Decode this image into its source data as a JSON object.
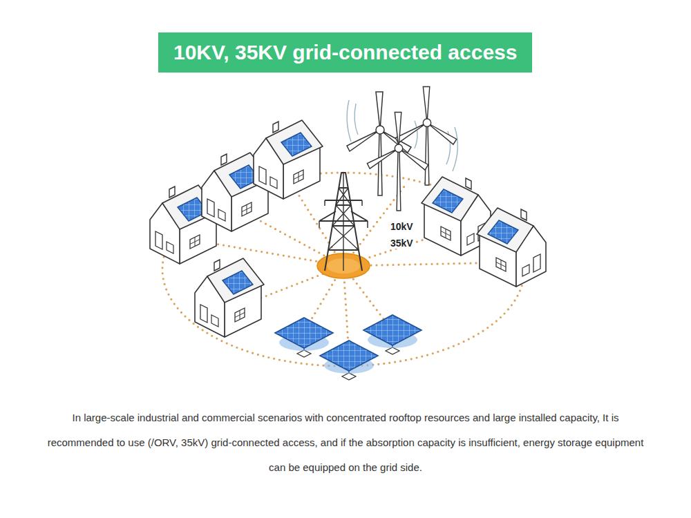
{
  "diagram": {
    "title": "10KV, 35KV grid-connected access",
    "caption": "In large-scale industrial and commercial scenarios with concentrated rooftop resources and large installed capacity, It is recommended to use (/ORV, 35kV) grid-connected access, and if the absorption capacity is insufficient, energy storage equipment can be equipped on the grid side.",
    "labels": [
      "10kV",
      "35kV"
    ]
  }
}
